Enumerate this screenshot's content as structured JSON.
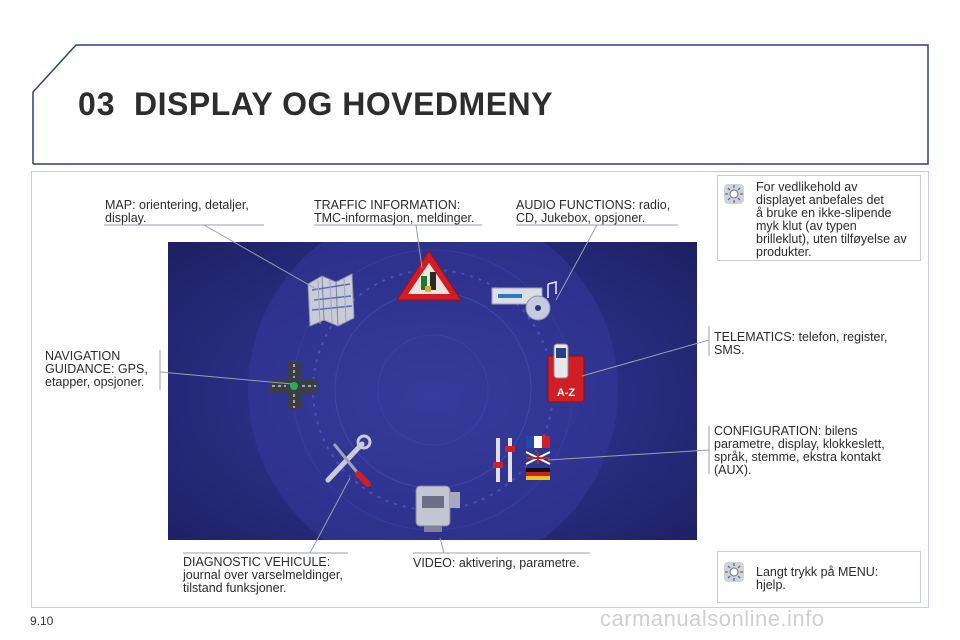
{
  "chapter": {
    "number": "03",
    "title": "DISPLAY OG HOVEDMENY"
  },
  "labels": {
    "map": "MAP: orientering, detaljer,\ndisplay.",
    "traffic": "TRAFFIC INFORMATION:\nTMC-informasjon, meldinger.",
    "audio": "AUDIO FUNCTIONS: radio,\nCD, Jukebox, opsjoner.",
    "navigation": "NAVIGATION\nGUIDANCE: GPS,\netapper, opsjoner.",
    "telematics": "TELEMATICS: telefon, register,\nSMS.",
    "configuration": "CONFIGURATION: bilens\nparametre, display, klokkeslett,\nspråk, stemme, ekstra kontakt\n(AUX).",
    "diagnostic": "DIAGNOSTIC VEHICULE:\njournal over varselmeldinger,\ntilstand funksjoner.",
    "video": "VIDEO: aktivering, parametre."
  },
  "info_boxes": {
    "maintenance": "For vedlikehold av\ndisplayet anbefales det\nå bruke en ikke-slipende\nmyk klut (av typen\nbrilleklut), uten tilføyelse av\nprodukter.",
    "menu": "Langt trykk på MENU:\nhjelp."
  },
  "icons": {
    "map": "map-icon",
    "traffic": "traffic-warning-icon",
    "audio": "cd-player-icon",
    "navigation": "crossroads-icon",
    "telematics": "phone-directory-icon",
    "configuration": "settings-flags-icon",
    "diagnostic": "wrench-screwdriver-icon",
    "video": "video-camera-icon",
    "info": "sun-icon"
  },
  "icon_text": {
    "az": "A-Z"
  },
  "footer": {
    "page_number": "9.10",
    "watermark": "carmanualsonline.info"
  },
  "colors": {
    "frame": "#2d3e7a",
    "screen": "#2b2f86",
    "heading": "#2d2d2d"
  }
}
